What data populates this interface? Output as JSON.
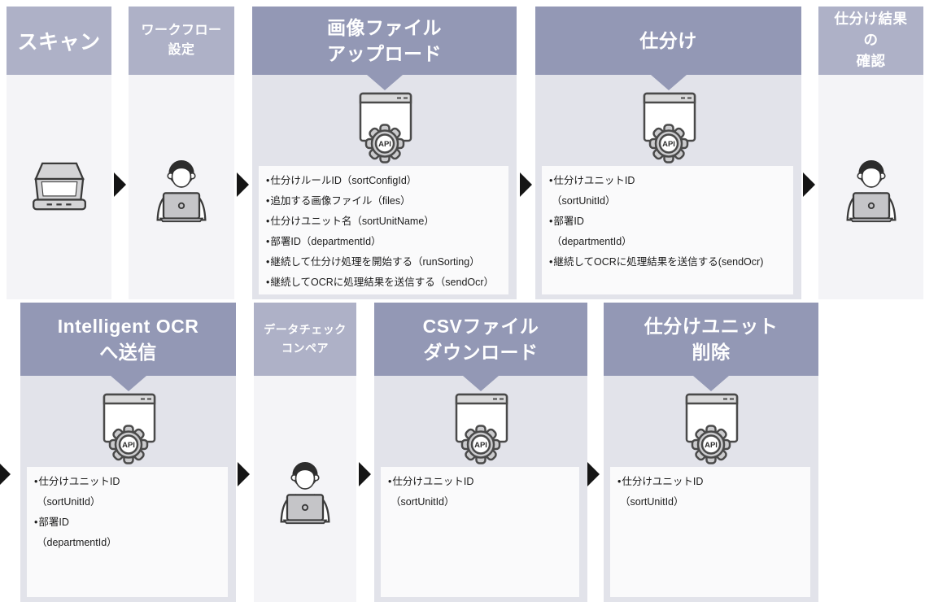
{
  "colors": {
    "header_dark": "#9398b5",
    "header_light": "#aeb1c7",
    "body_gray": "#e2e3ea",
    "body_light": "#f4f4f7",
    "panel_bg": "#fafafb",
    "arrow": "#151515",
    "header_text": "#ffffff",
    "param_text": "#1b1b1b"
  },
  "bullet_char": "•",
  "steps": [
    {
      "id": "scan",
      "title_lines": [
        "スキャン"
      ],
      "header_tone": "light",
      "icon": "scanner",
      "title_size": "xl"
    },
    {
      "id": "workflow-settings",
      "title_lines": [
        "ワークフロー",
        "設定"
      ],
      "header_tone": "light",
      "icon": "person",
      "title_size": "sm"
    },
    {
      "id": "image-upload",
      "title_lines": [
        "画像ファイル",
        "アップロード"
      ],
      "header_tone": "dark",
      "icon": "api",
      "title_size": "lg",
      "params": [
        {
          "bullet": true,
          "text": "仕分けルールID（sortConfigId）"
        },
        {
          "bullet": true,
          "text": "追加する画像ファイル（files）"
        },
        {
          "bullet": true,
          "text": "仕分けユニット名（sortUnitName）"
        },
        {
          "bullet": true,
          "text": "部署ID（departmentId）"
        },
        {
          "bullet": true,
          "text": "継続して仕分け処理を開始する（runSorting）"
        },
        {
          "bullet": true,
          "text": "継続してOCRに処理結果を送信する（sendOcr）"
        }
      ]
    },
    {
      "id": "sorting",
      "title_lines": [
        "仕分け"
      ],
      "header_tone": "dark",
      "icon": "api",
      "title_size": "lg",
      "params": [
        {
          "bullet": true,
          "text": "仕分けユニットID"
        },
        {
          "bullet": false,
          "text": "（sortUnitId）"
        },
        {
          "bullet": true,
          "text": "部署ID"
        },
        {
          "bullet": false,
          "text": "（departmentId）"
        },
        {
          "bullet": true,
          "text": "継続してOCRに処理結果を送信する(sendOcr)"
        }
      ]
    },
    {
      "id": "sort-result-check",
      "title_lines": [
        "仕分け結果",
        "の",
        "確認"
      ],
      "header_tone": "light",
      "icon": "person",
      "title_size": "md"
    },
    {
      "id": "send-to-intelligent-ocr",
      "title_lines": [
        "Intelligent OCR",
        "へ送信"
      ],
      "header_tone": "dark",
      "icon": "api",
      "title_size": "lg",
      "params": [
        {
          "bullet": true,
          "text": "仕分けユニットID"
        },
        {
          "bullet": false,
          "text": "（sortUnitId）"
        },
        {
          "bullet": true,
          "text": "部署ID"
        },
        {
          "bullet": false,
          "text": "（departmentId）"
        }
      ]
    },
    {
      "id": "data-check-compare",
      "title_lines": [
        "データチェック",
        "コンペア"
      ],
      "header_tone": "light",
      "icon": "person",
      "title_size": "xs"
    },
    {
      "id": "csv-download",
      "title_lines": [
        "CSVファイル",
        "ダウンロード"
      ],
      "header_tone": "dark",
      "icon": "api",
      "title_size": "lg",
      "params": [
        {
          "bullet": true,
          "text": "仕分けユニットID"
        },
        {
          "bullet": false,
          "text": "（sortUnitId）"
        }
      ]
    },
    {
      "id": "sort-unit-delete",
      "title_lines": [
        "仕分けユニット",
        "削除"
      ],
      "header_tone": "dark",
      "icon": "api",
      "title_size": "lg",
      "params": [
        {
          "bullet": true,
          "text": "仕分けユニットID"
        },
        {
          "bullet": false,
          "text": "（sortUnitId）"
        }
      ]
    }
  ]
}
